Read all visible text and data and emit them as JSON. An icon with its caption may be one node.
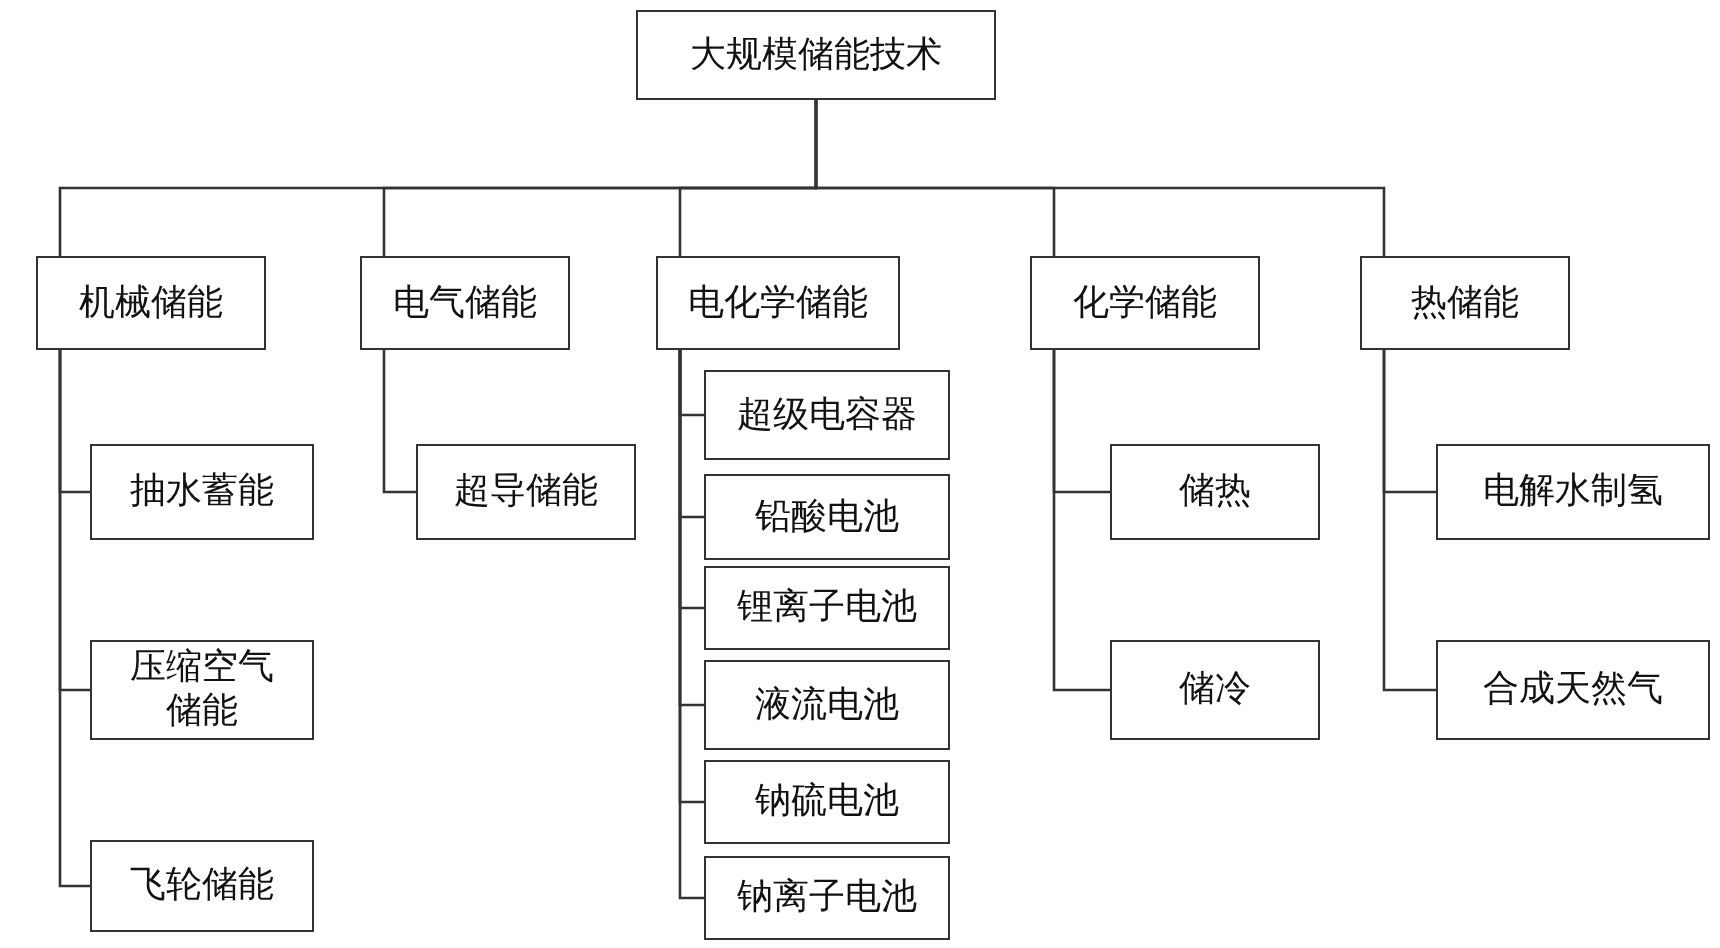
{
  "diagram": {
    "nodes": [
      {
        "text": [
          "大规模储能技术"
        ]
      },
      {
        "text": [
          "机械储能"
        ]
      },
      {
        "text": [
          "电气储能"
        ]
      },
      {
        "text": [
          "电化学储能"
        ]
      },
      {
        "text": [
          "化学储能"
        ]
      },
      {
        "text": [
          "热储能"
        ]
      },
      {
        "text": [
          "抽水蓄能"
        ]
      },
      {
        "text": [
          "压缩空气储能"
        ]
      },
      {
        "text": [
          "飞轮储能"
        ]
      },
      {
        "text": [
          "超导储能"
        ]
      },
      {
        "text": [
          "超级电容器"
        ]
      },
      {
        "text": [
          "铅酸电池"
        ]
      },
      {
        "text": [
          "锂离子电池"
        ]
      },
      {
        "text": [
          "液流电池"
        ]
      },
      {
        "text": [
          "钠硫电池"
        ]
      },
      {
        "text": [
          "钠离子电池"
        ]
      },
      {
        "text": [
          "储热"
        ]
      },
      {
        "text": [
          "储冷"
        ]
      },
      {
        "text": [
          "电解水制氢"
        ]
      },
      {
        "text": [
          "合成天然气"
        ]
      }
    ],
    "edges": [
      {
        "from": 0,
        "to": 1,
        "arrow": "none"
      },
      {
        "from": 0,
        "to": 2,
        "arrow": "none"
      },
      {
        "from": 0,
        "to": 3,
        "arrow": "none"
      },
      {
        "from": 0,
        "to": 4,
        "arrow": "none"
      },
      {
        "from": 0,
        "to": 5,
        "arrow": "none"
      },
      {
        "from": 1,
        "to": 6,
        "arrow": "none"
      },
      {
        "from": 1,
        "to": 7,
        "arrow": "none"
      },
      {
        "from": 1,
        "to": 8,
        "arrow": "none"
      },
      {
        "from": 2,
        "to": 9,
        "arrow": "none"
      },
      {
        "from": 3,
        "to": 10,
        "arrow": "none"
      },
      {
        "from": 3,
        "to": 11,
        "arrow": "none"
      },
      {
        "from": 3,
        "to": 12,
        "arrow": "none"
      },
      {
        "from": 3,
        "to": 13,
        "arrow": "none"
      },
      {
        "from": 3,
        "to": 14,
        "arrow": "none"
      },
      {
        "from": 3,
        "to": 15,
        "arrow": "none"
      },
      {
        "from": 4,
        "to": 16,
        "arrow": "none"
      },
      {
        "from": 4,
        "to": 17,
        "arrow": "none"
      },
      {
        "from": 5,
        "to": 18,
        "arrow": "none"
      },
      {
        "from": 5,
        "to": 19,
        "arrow": "none"
      }
    ]
  }
}
